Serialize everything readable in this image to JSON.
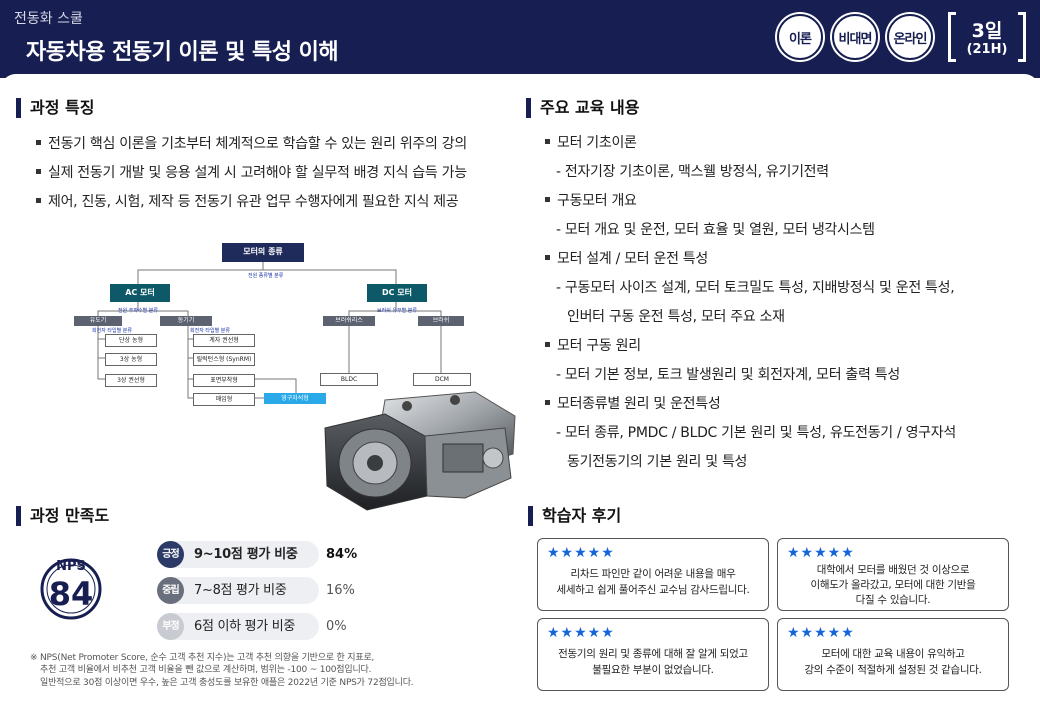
{
  "header": {
    "category": "전동화 스쿨",
    "title": "자동차용 전동기 이론 및 특성 이해",
    "badges": [
      "이론",
      "비대면",
      "온라인"
    ],
    "duration_days": "3일",
    "duration_hours": "(21H)"
  },
  "features": {
    "title": "과정 특징",
    "items": [
      "전동기 핵심 이론을 기초부터 체계적으로 학습할 수 있는 원리 위주의 강의",
      "실제 전동기 개발 및 응용 설계 시 고려해야 할 실무적 배경 지식 습득 가능",
      "제어, 진동, 시험, 제작 등 전동기 유관 업무 수행자에게 필요한 지식 제공"
    ]
  },
  "diagram": {
    "root": "모터의 종류",
    "root_note": "전원 종류별 분류",
    "ac": "AC 모터",
    "ac_note": "전원 주파수별 분류",
    "dc": "DC 모터",
    "dc_note": "브러쉬 유무별 분류",
    "induction": "유도기",
    "induction_note": "회전자 타입별 분류",
    "synchronous": "동기기",
    "synchronous_note": "회전자 타입별 분류",
    "brushless": "브러쉬리스",
    "brush": "브러쉬",
    "induction_items": [
      "단상 농형",
      "3상 농형",
      "3상 권선형"
    ],
    "synchronous_items": [
      "계자 권선형",
      "릴럭턴스형 (SynRM)",
      "표면부착형",
      "매입형"
    ],
    "pm": "영구자석형",
    "bldc": "BLDC",
    "dcm": "DCM"
  },
  "curriculum": {
    "title": "주요 교육 내용",
    "lines": [
      {
        "type": "bullet",
        "text": "모터 기초이론"
      },
      {
        "type": "sub",
        "text": "- 전자기장 기초이론, 맥스웰 방정식, 유기기전력"
      },
      {
        "type": "bullet",
        "text": "구동모터 개요"
      },
      {
        "type": "sub",
        "text": "- 모터 개요 및 운전, 모터 효율 및 열원, 모터 냉각시스템"
      },
      {
        "type": "bullet",
        "text": "모터 설계 / 모터 운전 특성"
      },
      {
        "type": "sub",
        "text": "- 구동모터 사이즈 설계, 모터 토크밀도 특성, 지배방정식 및 운전 특성,"
      },
      {
        "type": "cont",
        "text": "인버터 구동 운전 특성, 모터 주요 소재"
      },
      {
        "type": "bullet",
        "text": "모터 구동 원리"
      },
      {
        "type": "sub",
        "text": "- 모터 기본 정보, 토크 발생원리 및 회전자계, 모터 출력 특성"
      },
      {
        "type": "bullet",
        "text": "모터종류별 원리 및 운전특성"
      },
      {
        "type": "sub",
        "text": "- 모터 종류, PMDC / BLDC 기본 원리 및 특성, 유도전동기 / 영구자석"
      },
      {
        "type": "cont",
        "text": "동기전동기의 기본 원리 및 특성"
      }
    ]
  },
  "satisfaction": {
    "title": "과정 만족도",
    "nps_label": "NPS",
    "nps_value": "84",
    "rows": [
      {
        "tag": "긍정",
        "label": "9~10점 평가 비중",
        "pct": "84%",
        "color": "#2b3a66"
      },
      {
        "tag": "중립",
        "label": "7~8점 평가 비중",
        "pct": "16%",
        "color": "#6a6f7d"
      },
      {
        "tag": "부정",
        "label": "6점 이하 평가 비중",
        "pct": "0%",
        "color": "#c9cbd3"
      }
    ],
    "notes": [
      "※ NPS(Net Promoter Score, 순수 고객 추천 지수)는 고객 추천 의향을 기반으로 한 지표로,",
      "추천 고객 비율에서 비추천 고객 비율을 뺀 값으로 계산하며, 범위는 -100 ~ 100점입니다.",
      "일반적으로 30점 이상이면 우수, 높은 고객 충성도를 보유한 애플은 2022년 기준 NPS가 72점입니다."
    ]
  },
  "reviews": {
    "title": "학습자 후기",
    "stars": "★★★★★",
    "items": [
      {
        "line1": "리차드 파인만 같이 어려운 내용을 매우",
        "line2": "세세하고 쉽게 풀어주신 교수님 감사드립니다.",
        "line3": ""
      },
      {
        "line1": "대학에서 모터를 배웠던 것 이상으로",
        "line2": "이해도가 올라갔고, 모터에 대한 기반을",
        "line3": "다질 수 있습니다."
      },
      {
        "line1": "전동기의 원리 및 종류에 대해 잘 알게 되었고",
        "line2": "불필요한 부분이 없었습니다.",
        "line3": ""
      },
      {
        "line1": "모터에 대한 교육 내용이 유익하고",
        "line2": "강의 수준이 적절하게 설정된 것 같습니다.",
        "line3": ""
      }
    ]
  },
  "colors": {
    "navy": "#161e52",
    "teal": "#0d5968",
    "star_blue": "#1565d8",
    "pm_blue": "#29a9e8"
  }
}
